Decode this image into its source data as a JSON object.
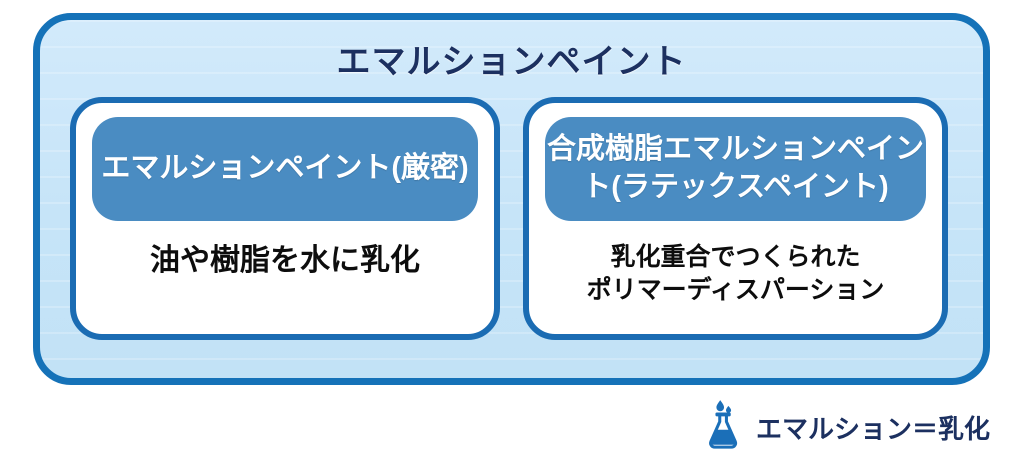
{
  "diagram": {
    "title": "エマルションペイント",
    "cards": [
      {
        "header_lines": [
          "エマルションペイント(厳密)"
        ],
        "body_lines": [
          "油や樹脂を水に乳化"
        ]
      },
      {
        "header_lines": [
          "合成樹脂エマルションペイン",
          "ト(ラテックスペイント)"
        ],
        "body_lines": [
          "乳化重合でつくられた",
          "ポリマーディスパーション"
        ]
      }
    ],
    "legend": {
      "icon": "flask-icon",
      "label": "エマルション＝乳化"
    },
    "colors": {
      "outer_border": "#1572b8",
      "outer_fill": "#c6e4f8",
      "card_border": "#1b6cb3",
      "card_fill": "#ffffff",
      "header_fill": "#4a8cc2",
      "header_text": "#ffffff",
      "title_text": "#1c3060",
      "body_text": "#0d0d0d",
      "legend_text": "#1c3060",
      "flask": "#1b6fb8"
    }
  }
}
